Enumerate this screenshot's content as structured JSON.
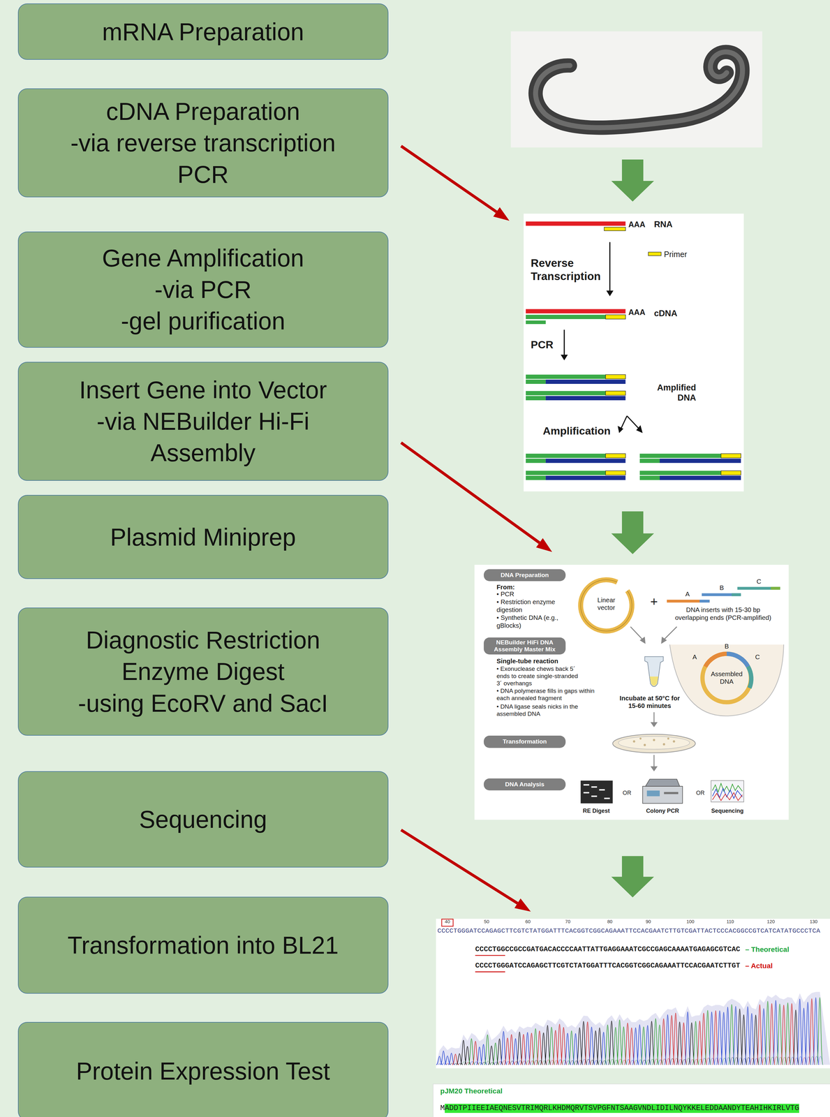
{
  "diagram": {
    "nodes": [
      {
        "text": [
          "mRNA Preparation"
        ]
      },
      {
        "text": [
          "cDNA Preparation",
          "-via reverse transcription PCR"
        ]
      },
      {
        "text": [
          "Gene Amplification",
          "-via PCR",
          "-gel purification"
        ]
      },
      {
        "text": [
          "Insert Gene into Vector",
          "-via NEBuilder Hi-Fi Assembly"
        ]
      },
      {
        "text": [
          "Plasmid Miniprep"
        ]
      },
      {
        "text": [
          "Diagnostic Restriction Enzyme Digest",
          "-using EcoRV and SacI"
        ]
      },
      {
        "text": [
          "Sequencing"
        ]
      },
      {
        "text": [
          "Transformation into BL21"
        ]
      },
      {
        "text": [
          "Protein Expression Test"
        ]
      },
      {
        "text": [
          "AAA",
          "RNA",
          "Primer",
          "Reverse Transcription",
          "AAA",
          "cDNA",
          "PCR",
          "Amplified DNA",
          "Amplification"
        ]
      },
      {
        "text": [
          "From:",
          "• PCR",
          "• Restriction enzyme digestion",
          "• Synthetic DNA (e.g., gBlocks)",
          "Linear vector",
          "+",
          "A",
          "B",
          "C",
          "DNA inserts with 15-30 bp overlapping ends (PCR-amplified)",
          "Single-tube reaction",
          "• Exonuclease chews back 5´ ends to create single-stranded 3´ overhangs",
          "• DNA polymerase fills in gaps within each annealed fragment",
          "• DNA ligase seals nicks in the assembled DNA",
          "A",
          "B",
          "C",
          "Assembled DNA",
          "Incubate at 50°C for 15-60 minutes",
          "RE Digest",
          "OR",
          "Colony PCR",
          "OR",
          "Sequencing"
        ]
      },
      {
        "text": [
          "DNA Preparation"
        ],
        "in": 10
      },
      {
        "text": [
          "NEBuilder HiFi DNA Assembly Master Mix"
        ],
        "in": 10
      },
      {
        "text": [
          "Transformation"
        ],
        "in": 10
      },
      {
        "text": [
          "DNA Analysis"
        ],
        "in": 10
      },
      {
        "text": [
          "40",
          "50",
          "60",
          "70",
          "80",
          "90",
          "100",
          "110",
          "120",
          "130",
          "CCCCTGGGATCCAGAGCTTCGTCTATGGATTTCACGGTCGGCAGAAATTCCACGAATCTTGTCGATTACTCCCACGGCCGTCATCATATGCCCTCA",
          "CCCCTGGCCGCCGATGACACCCCAATTATTGAGGAAATCGCCGAGCAAAATGAGAGCGTCAC",
          "– Theoretical",
          "CCCCTGGGATCCAGAGCTTCGTCTATGGATTTCACGGTCGGCAGAAATTCCACGAATCTTGT",
          "– Actual"
        ]
      },
      {
        "text": [
          "pJM20 Theoretical",
          "M",
          "ADDTPIIEEIAEQNESVTRIMQRLKHDMQRVTSVPGFNTSAAGVNDLIDILNQYKKELEDDAANDYTEAHIHKIRLVTG"
        ]
      }
    ],
    "edges": [
      {
        "from": 1,
        "to": 9,
        "arrow": "to"
      },
      {
        "from": 3,
        "to": 10,
        "arrow": "to"
      },
      {
        "from": 6,
        "to": 15,
        "arrow": "to"
      },
      {
        "from": 9,
        "to": 10,
        "arrow": "to"
      },
      {
        "from": 10,
        "to": 15,
        "arrow": "to"
      }
    ]
  }
}
